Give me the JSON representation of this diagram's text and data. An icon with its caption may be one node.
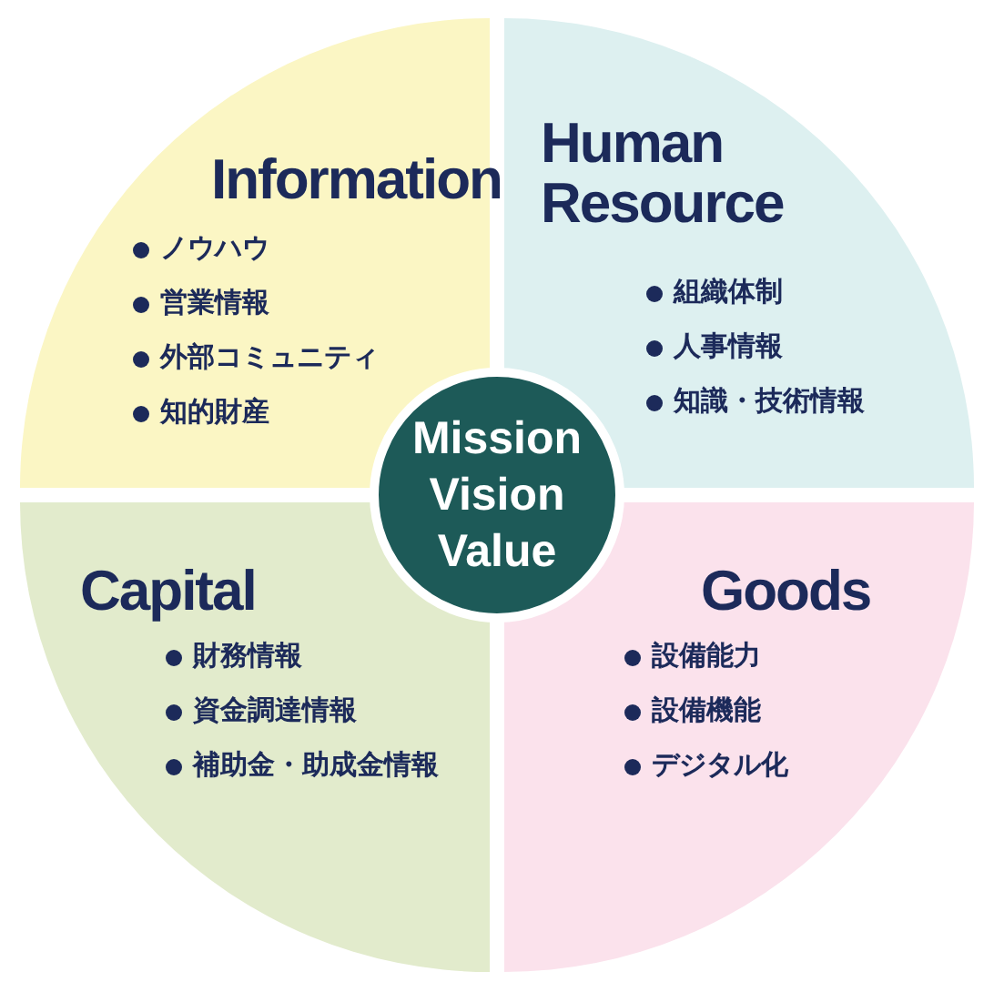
{
  "diagram": {
    "nodes": [
      {
        "text": [
          "Information",
          "ノウハウ",
          "営業情報",
          "外部コミュニティ",
          "知的財産"
        ]
      },
      {
        "text": [
          "Human Resource",
          "組織体制",
          "人事情報",
          "知識・技術情報"
        ]
      },
      {
        "text": [
          "Mission Vision Value"
        ]
      },
      {
        "text": [
          "Capital",
          "財務情報",
          "資金調達情報",
          "補助金・助成金情報"
        ]
      },
      {
        "text": [
          "Goods",
          "設備能力",
          "設備機能",
          "デジタル化"
        ]
      }
    ]
  }
}
